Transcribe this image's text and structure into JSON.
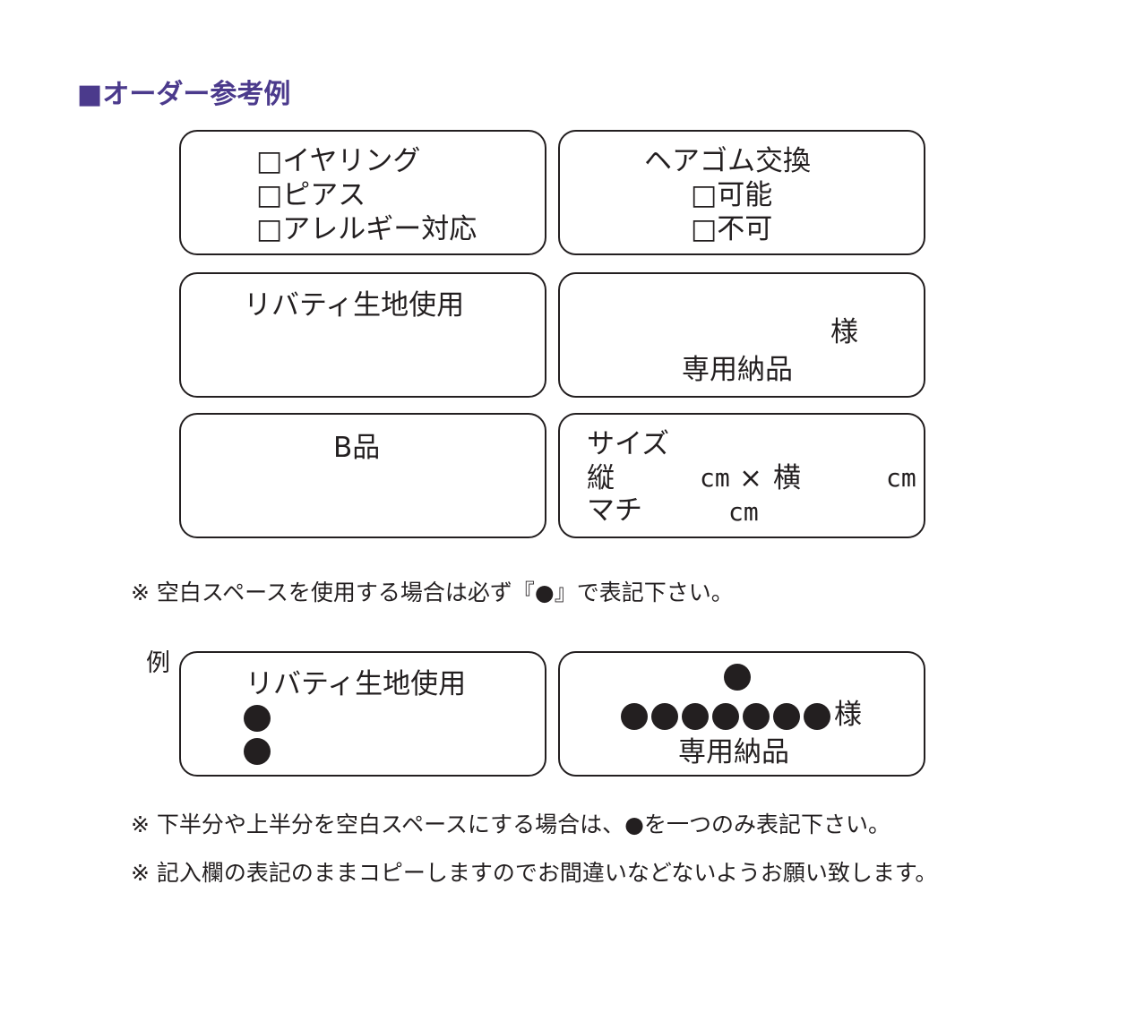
{
  "title": "■オーダー参考例",
  "boxes": {
    "jewelry": [
      "□イヤリング",
      "□ピアス",
      "□アレルギー対応"
    ],
    "hairband": [
      "ヘアゴム交換",
      "□可能",
      "□不可"
    ],
    "liberty": "リバティ生地使用",
    "exclusive": {
      "sama": "様",
      "label": "専用納品"
    },
    "b_grade": "B品",
    "size": {
      "heading": "サイズ",
      "tate": "縦",
      "cm": "cm",
      "times": "×",
      "yoko": "横",
      "machi": "マチ"
    }
  },
  "note1": "※ 空白スペースを使用する場合は必ず『●』で表記下さい。",
  "example": {
    "label": "例",
    "liberty": "リバティ生地使用",
    "sama": "様",
    "exclusive": "専用納品"
  },
  "note2": "※ 下半分や上半分を空白スペースにする場合は、●を一つのみ表記下さい。",
  "note3": "※ 記入欄の表記のままコピーしますのでお間違いなどないようお願い致します。"
}
